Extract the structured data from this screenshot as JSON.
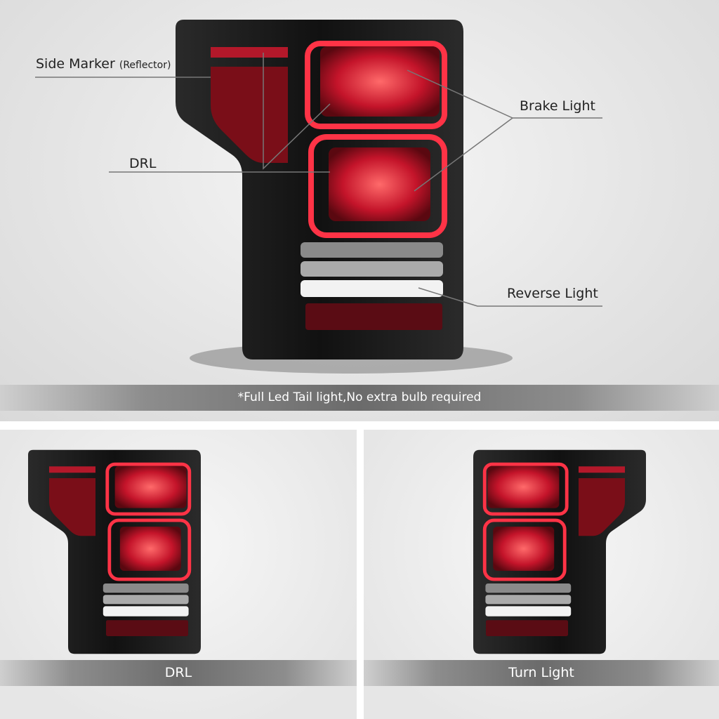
{
  "callouts": {
    "side_marker": "Side Marker",
    "side_marker_note": "(Reflector)",
    "drl": "DRL",
    "brake_light": "Brake Light",
    "reverse_light": "Reverse Light"
  },
  "top_banner": "*Full Led Tail light,No extra bulb required",
  "bottom_left_caption": "DRL",
  "bottom_right_caption": "Turn Light",
  "colors": {
    "housing": "#1a1a1a",
    "lens_red": "#c0182a",
    "glow": "#ff3346",
    "banner": "#6b6b6b"
  }
}
